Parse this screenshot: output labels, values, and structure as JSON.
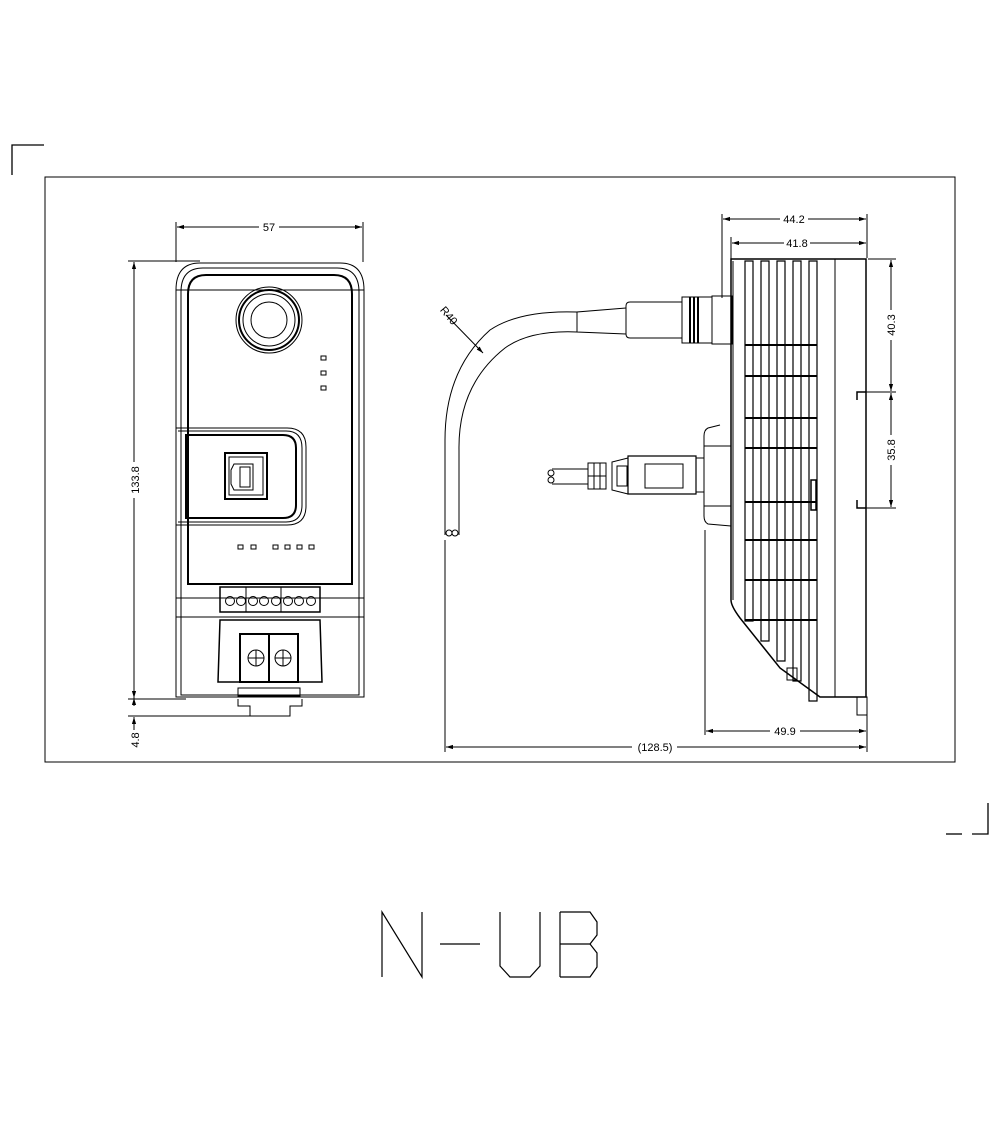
{
  "drawing": {
    "title": "N-UB",
    "colors": {
      "line": "#000000",
      "background": "#ffffff"
    },
    "front_view": {
      "dimensions": {
        "width": "57",
        "height": "133.8",
        "din_rail_offset": "4.8"
      },
      "features": [
        "round-connector-port",
        "status-leds-top-3",
        "usb-b-port",
        "status-leds-bottom-6",
        "terminal-block-8-pin",
        "power-terminal-2-screw",
        "din-rail-clip"
      ]
    },
    "side_view": {
      "dimensions": {
        "overall_depth_with_connector": "44.2",
        "body_depth": "41.8",
        "top_to_rail": "40.3",
        "din_rail_height": "35.8",
        "depth_at_base": "49.9",
        "overall_length_with_cable": "(128.5)",
        "cable_bend_radius": "R40"
      },
      "features": [
        "round-cable-connector",
        "usb-cable-plug",
        "ventilation-slots",
        "din-rail-mount"
      ]
    }
  }
}
